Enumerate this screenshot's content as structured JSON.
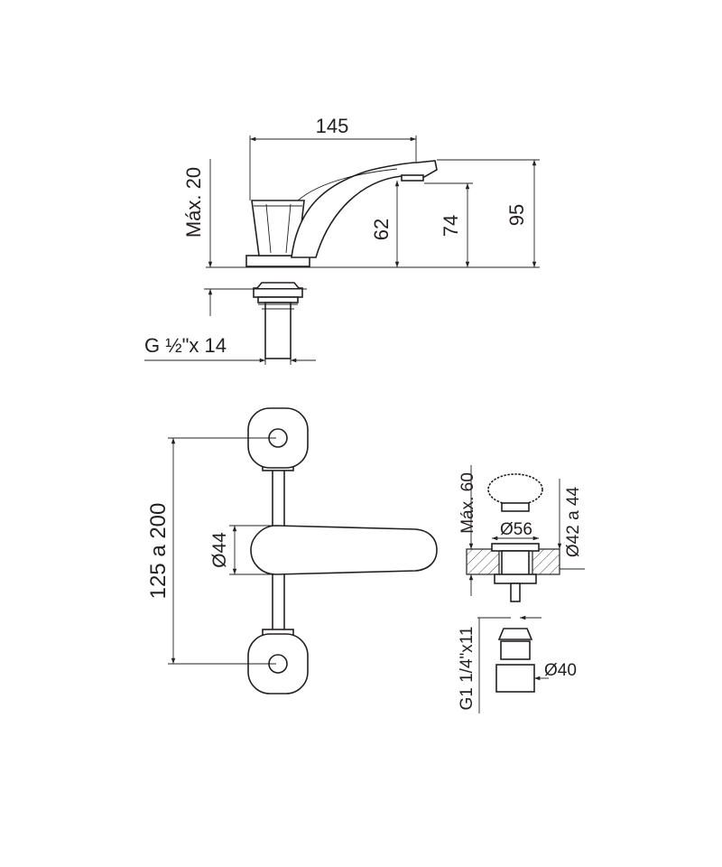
{
  "drawing": {
    "title": "",
    "colors": {
      "line": "#231f20",
      "background": "#ffffff"
    },
    "side_view": {
      "dim_spout_length": "145",
      "dim_max_deck": "Máx. 20",
      "dim_height_62": "62",
      "dim_height_74": "74",
      "dim_height_95": "95",
      "dim_thread": "G ½\"x 14"
    },
    "top_view": {
      "dim_center_distance": "125 a 200",
      "dim_spout_diameter": "Ø44"
    },
    "drain_view": {
      "dim_max_thickness": "Máx. 60",
      "dim_cap_diameter": "Ø56",
      "dim_hole_diameter": "Ø42 a 44",
      "dim_thread": "G1 1/4\"x11",
      "dim_nut_diameter": "Ø40"
    }
  }
}
